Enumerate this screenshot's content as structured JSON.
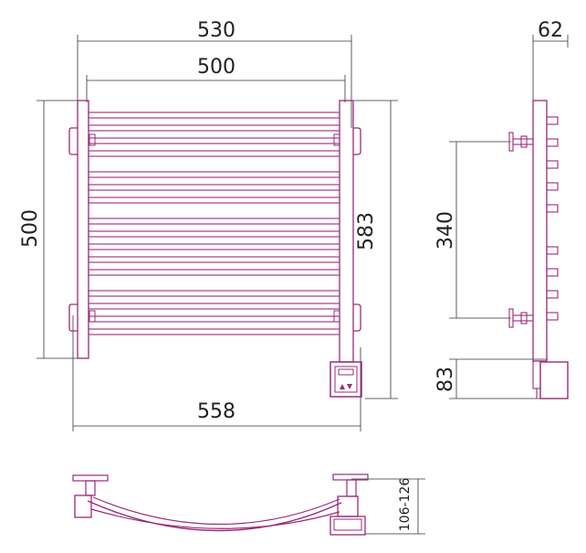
{
  "colors": {
    "outline": "#9a2a7a",
    "dimension": "#333333",
    "text": "#222222",
    "background": "#ffffff"
  },
  "dimensions": {
    "top_outer_width": "530",
    "top_inner_width": "500",
    "left_height": "500",
    "right_height": "583",
    "bottom_width": "558",
    "side_depth": "62",
    "mount_spacing": "340",
    "box_height": "83",
    "bottom_view_depth": "106-126"
  },
  "front_view": {
    "bar_groups": [
      4,
      3,
      5,
      4
    ]
  },
  "side_view": {
    "fin_groups": [
      5,
      4
    ]
  }
}
